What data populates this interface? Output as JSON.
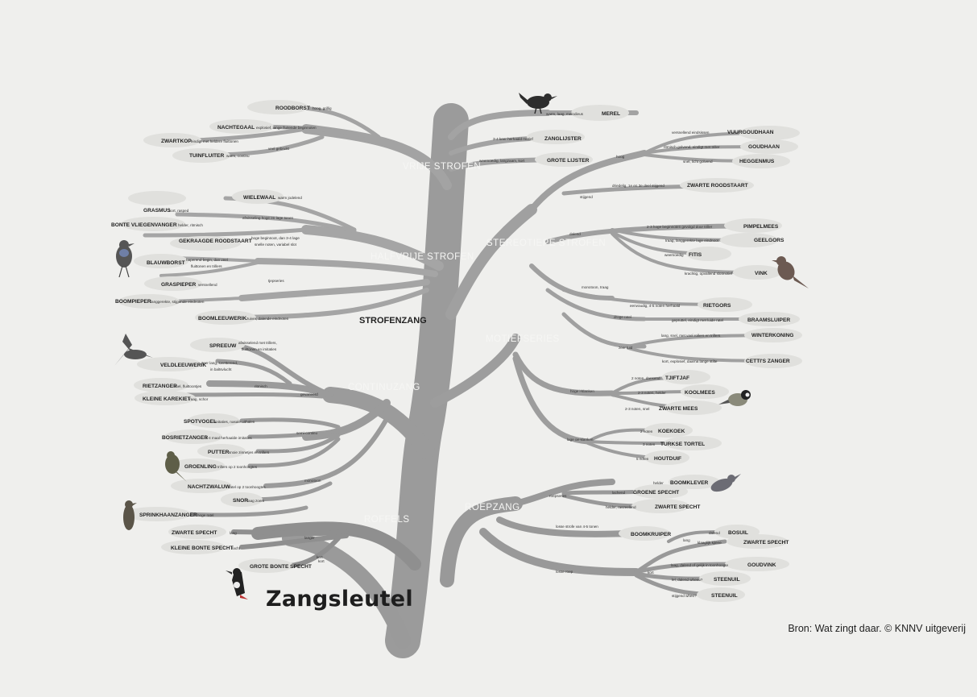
{
  "title": "Zangsleutel",
  "source": "Bron: Wat zingt daar. © KNNV uitgeverij",
  "root": "STROFENZANG",
  "groups": {
    "vrije": "VRIJE STROFEN",
    "halfvrije": "HALFVRIJE STROFEN",
    "stereotiepe": "STEREOTIEPE STROFEN",
    "motief": "MOTIEFSERIES",
    "continu": "CONTINUZANG",
    "roep": "ROEPZANG",
    "roffels": "ROFFELS"
  },
  "species": {
    "roodborst": {
      "name": "ROODBORST",
      "desc": "hoog, grillig"
    },
    "nachtegaal": {
      "name": "NACHTEGAAL",
      "desc": "explosief, lange fluitende beginnoten"
    },
    "zwartkop": {
      "name": "ZWARTKOP",
      "desc": "eindigt met heldere fluittonen"
    },
    "tuinfluiter": {
      "name": "TUINFLUITER",
      "desc": "warm, continu"
    },
    "merel": {
      "name": "MEREL",
      "desc": "warm, laag, melodieus"
    },
    "zanglijster": {
      "name": "ZANGLIJSTER",
      "desc": "3-4 keer herhaald motief"
    },
    "grotelijster": {
      "name": "GROTE LIJSTER",
      "desc": "weemoedig, langzaam, kort"
    },
    "vuurgoudhaan": {
      "name": "VUURGOUDHAAN",
      "desc": "versnellend eindsissen"
    },
    "goudhaan": {
      "name": "GOUDHAAN",
      "desc": "ritmisch golvend, eindigt met triller"
    },
    "heggenmus": {
      "name": "HEGGENMUS",
      "desc": "snel, licht golvend"
    },
    "zwarteroodstaart": {
      "name": "ZWARTE ROODSTAART",
      "desc": "driedelig, 1e en 3e deel stijgend"
    },
    "graskmus": {
      "name": "GRASMUS",
      "desc": "kort, rasped"
    },
    "wielewaal": {
      "name": "WIELEWAAL",
      "desc": "warm jodelend"
    },
    "bontevliegenvanger": {
      "name": "BONTE VLIEGENVANGER",
      "desc": "helder, ritmisch"
    },
    "gekraagde": {
      "name": "GEKRAAGDE ROODSTAART",
      "desc": "hoge beginnoot, dan 3-4 lage"
    },
    "gekraagde2": {
      "desc": "snelle noten, variabel slot"
    },
    "blauwborst": {
      "name": "BLAUWBORST",
      "desc": "haperend begin, dan veel"
    },
    "blauwborst2": {
      "desc": "fluittonen en trillers"
    },
    "graspieper": {
      "name": "GRASPIEPER",
      "desc": "versnellend"
    },
    "boompieper": {
      "name": "BOOMPIEPER",
      "desc": "langgerekte, stijgende eindnoten"
    },
    "boomleeuwerik": {
      "name": "BOOMLEEUWERIK",
      "desc": "zuiver, dalende eindnoten"
    },
    "pimpelmees": {
      "name": "PIMPELMEES",
      "desc": "2-3 hoge beginnoten gevolgd door triller"
    },
    "geelgors": {
      "name": "GEELGORS",
      "desc": "traag, langgerekte lage eindnoot"
    },
    "fitis": {
      "name": "FITIS",
      "desc": "weemoedig"
    },
    "vink": {
      "name": "VINK",
      "desc": "krachtig, opvallend slotmotief"
    },
    "rietgors": {
      "name": "RIETGORS",
      "desc": "eenvoudig, 4-5 noten herhaald"
    },
    "braamsluiper": {
      "name": "BRAAMSLUIPER",
      "desc": "gepruttel, eindigt met luide ratel"
    },
    "winterkoning": {
      "name": "WINTERKONING",
      "desc": "lang, snel, met veel rollers en trillers"
    },
    "cetti": {
      "name": "CETTI'S ZANGER",
      "desc": "kort, explosief, daarna lange stilte"
    },
    "tjiftjaf": {
      "name": "TJIFTJAF",
      "desc": "2 noten, dansend"
    },
    "koolmees": {
      "name": "KOOLMEES",
      "desc": "2-3 noten, helder"
    },
    "zwartemees": {
      "name": "ZWARTE MEES",
      "desc": "2-3 noten, snel"
    },
    "koekoek": {
      "name": "KOEKOEK",
      "desc": "2 noten"
    },
    "turksetortel": {
      "name": "TURKSE TORTEL",
      "desc": "3 noten"
    },
    "houtduif": {
      "name": "HOUTDUIF",
      "desc": "5 noten"
    },
    "spreeuw": {
      "name": "SPREEUW",
      "desc": "afwisselend met trillers,"
    },
    "spreeuw2": {
      "desc": "fluittonen en imitaties"
    },
    "veldleeuwerik": {
      "name": "VELDLEEUWERIK",
      "desc": "zeer lang, kwetterend,"
    },
    "veldleeuwerik2": {
      "desc": "in baltsvlucht"
    },
    "rietzanger": {
      "name": "RIETZANGER",
      "desc": "snel, fluittoontjes"
    },
    "kleinekarekiet": {
      "name": "KLEINE KAREKIET",
      "desc": "traag, schor"
    },
    "spotvogel": {
      "name": "SPOTVOGEL",
      "desc": "imitaties, nasale uithalen"
    },
    "bosrietzanger": {
      "name": "BOSRIETZANGER",
      "desc": "2-4 maal herhaalde imitaties"
    },
    "putter": {
      "name": "PUTTER",
      "desc": "snoie zinnetjes en trillers"
    },
    "groenling": {
      "name": "GROENLING",
      "desc": "trillers op 2 toonhoogtes"
    },
    "nachtzwaluw": {
      "name": "NACHTZWALUW",
      "desc": "ratel op 2 toonhoogtes"
    },
    "snor": {
      "name": "SNOR",
      "desc": "laag zoem"
    },
    "sprinkhaan": {
      "name": "SPRINKHAANZANGER",
      "desc": "hoge ratel"
    },
    "boomklever": {
      "name": "BOOMKLEVER",
      "desc": "helder"
    },
    "groenespecht": {
      "name": "GROENE SPECHT",
      "desc": "lachend"
    },
    "zwartespecht_r": {
      "name": "ZWARTE SPECHT",
      "desc": "helder, raszeelend"
    },
    "boomkruiper": {
      "name": "BOOMKRUIPER",
      "desc": "losse strofe van 4-5 tonen"
    },
    "bosuil": {
      "name": "BOSUIL",
      "desc": "dalend"
    },
    "zwartespecht_r2": {
      "name": "ZWARTE SPECHT",
      "desc": "klaaglijk kjieee"
    },
    "goudvink": {
      "name": "GOUDVINK",
      "desc": "laag, dalend of gelijk in toonhoogte"
    },
    "steenuil": {
      "name": "STEENUIL",
      "desc": "lel, dalend wheeo?"
    },
    "steenuil2": {
      "name": "STEENUIL",
      "desc": "stijgend wheo?"
    },
    "zwartespecht_f": {
      "name": "ZWARTE SPECHT",
      "desc": "lang"
    },
    "kleinebonte": {
      "name": "KLEINE BONTE SPECHT",
      "desc": "zacht"
    },
    "grotebonte": {
      "name": "GROTE BONTE SPECHT",
      "desc": "kort"
    }
  },
  "branch_words": {
    "hoog": "hoog",
    "stijgend": "stijgend",
    "dalend": "dalend",
    "afwisseling": "afwisseling hoge en lage tonen",
    "veel_gebruikt": "veel gebruikt",
    "tjeperies": "tjepseries",
    "monotoon": "monotoon, traag",
    "droge_ratel": "droge ratel",
    "zeer_luid": "zeer luid",
    "hoge_i": "hoge i-klanken",
    "lage_oe": "lage oe-klanken",
    "ritmisch": "ritmisch",
    "gevarieerd": "gevarieerd",
    "semi_continu": "semi-continu",
    "monotoon2": "monotoon",
    "langer": "langer",
    "kort_r": "kort",
    "rapseries": "roepseries",
    "losse_roep": "losse roep",
    "lang_r": "lang",
    "kort_r2": "kort"
  }
}
